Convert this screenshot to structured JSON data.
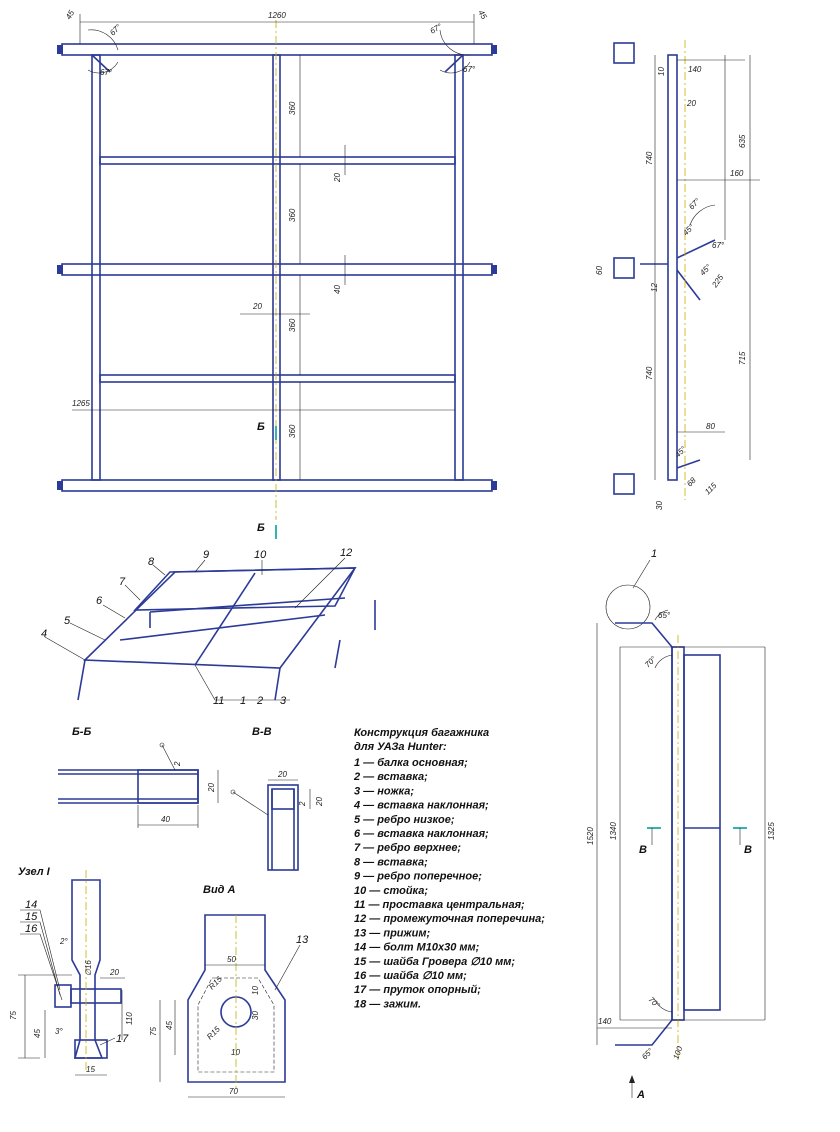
{
  "top_view": {
    "dims": {
      "width": "1260",
      "left_45": "45",
      "right_45": "45",
      "angle_tl1": "67°",
      "angle_tl2": "67°",
      "angle_tr1": "67°",
      "angle_tr2": "67°",
      "bay1": "360",
      "bay2": "360",
      "bay3": "360",
      "bay4": "360",
      "gap_20a": "20",
      "gap_40": "40",
      "gap_20b": "20",
      "overall": "1265"
    },
    "section_marker": "Б"
  },
  "side_view": {
    "dims": {
      "d140": "140",
      "d10": "10",
      "d20": "20",
      "d635": "635",
      "d740a": "740",
      "d160": "160",
      "a67a": "67°",
      "a45a": "45°",
      "a67b": "67°",
      "a45b": "45°",
      "d225": "225",
      "d60": "60",
      "d12": "12",
      "d740b": "740",
      "d715": "715",
      "d80": "80",
      "a45c": "45°",
      "d30": "30",
      "d68": "68",
      "d115": "115"
    }
  },
  "iso_callouts": [
    "8",
    "9",
    "10",
    "12",
    "7",
    "6",
    "5",
    "4",
    "11",
    "1",
    "2",
    "3"
  ],
  "section_bb": {
    "title": "Б-Б",
    "dims": {
      "d2": "2",
      "d20": "20",
      "d40": "40"
    }
  },
  "section_vv": {
    "title": "В-В",
    "dims": {
      "d20": "20",
      "d2": "2",
      "d20b": "20"
    }
  },
  "legend": {
    "title1": "Конструкция багажника",
    "title2": "для УАЗа Hunter:",
    "items": [
      "1 — балка основная;",
      "2 — вставка;",
      "3 — ножка;",
      "4 — вставка наклонная;",
      "5 — ребро низкое;",
      "6 — вставка наклонная;",
      "7 — ребро верхнее;",
      "8 — вставка;",
      "9 — ребро поперечное;",
      "10 — стойка;",
      "11 — проставка центральная;",
      "12 — промежуточная поперечина;",
      "13 — прижим;",
      "14 — болт М10х30 мм;",
      "15 — шайба Гровера ∅10 мм;",
      "16 — шайба ∅10 мм;",
      "17 — пруток опорный;",
      "18 — зажим."
    ]
  },
  "node_i": {
    "title": "Узел I",
    "callouts": [
      "14",
      "15",
      "16",
      "17"
    ],
    "dims": {
      "a2": "2°",
      "d16": "∅16",
      "d20": "20",
      "d75": "75",
      "d45": "45",
      "a3": "3°",
      "d110": "110",
      "d15": "15"
    }
  },
  "view_a": {
    "title": "Вид А",
    "callout": "13",
    "dims": {
      "d50": "50",
      "d75": "75",
      "d45": "45",
      "r15a": "R15",
      "r15b": "R15",
      "d30": "30",
      "d10a": "10",
      "d10b": "10",
      "d70": "70"
    }
  },
  "front_view": {
    "callout": "1",
    "dims": {
      "a65a": "65°",
      "a70a": "70°",
      "d1520": "1520",
      "d1340": "1340",
      "d1325": "1325",
      "a70b": "70°",
      "d140": "140",
      "a65b": "65°",
      "d100": "100"
    },
    "section_marker": "В",
    "view_marker": "А"
  }
}
